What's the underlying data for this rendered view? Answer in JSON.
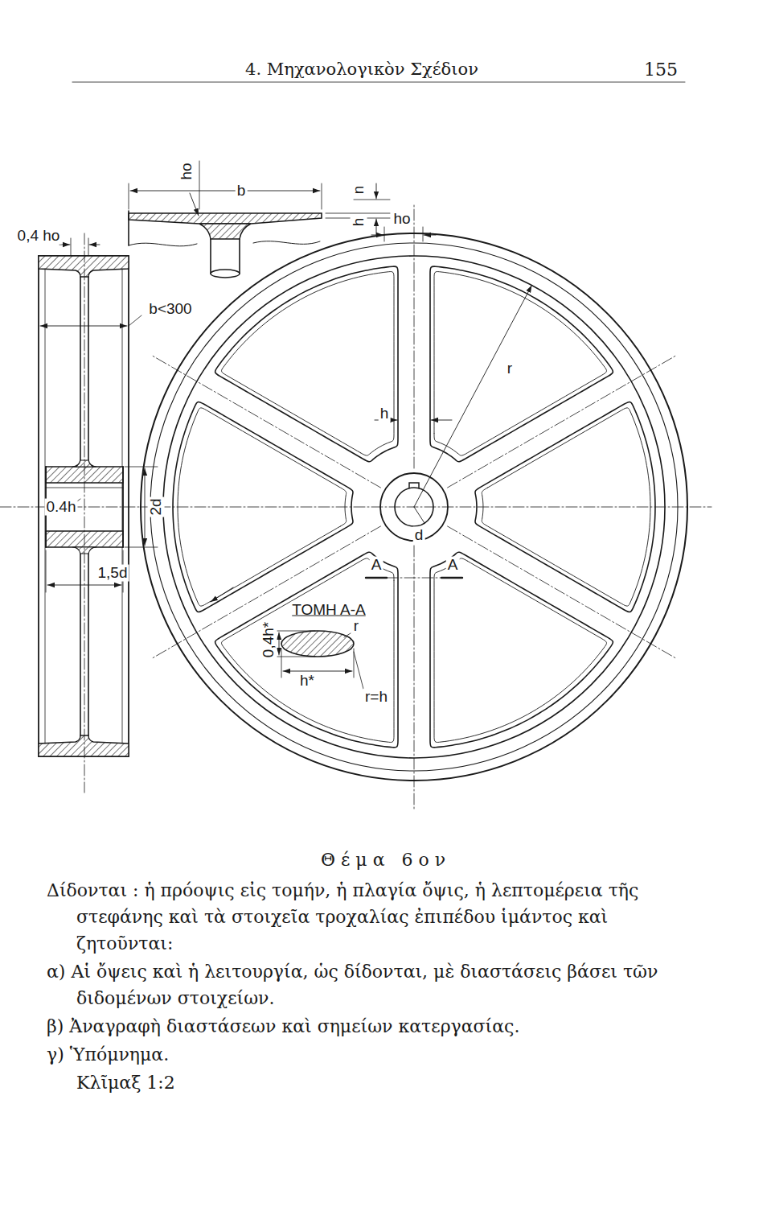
{
  "diagram": {
    "title": "4. Μηχανολογικὸν Σχέδιον",
    "labels": [
      "155",
      "0,4 ho",
      "ho",
      "b",
      "n",
      "h",
      "ho",
      "b<300",
      "0.4h",
      "2d",
      "1,5d",
      "r",
      "h",
      "d",
      "A",
      "A",
      "ΤΟΜΗ Α-Α",
      "0,4h*",
      "h*",
      "r",
      "r=h",
      "Θέμα 6ον",
      "Δίδονται : ἡ πρόοψις εἰς τομήν, ἡ πλαγία ὄψις, ἡ λεπτομέρεια τῆς στεφάνης καὶ τὰ στοιχεῖα τροχαλίας ἐπιπέδου ἱμάντος καὶ ζητοῦνται:",
      "α) Αἱ ὄψεις καὶ ἡ λειτουργία, ὡς δίδονται, μὲ διαστάσεις βάσει τῶν διδομένων στοιχείων.",
      "β) Ἀναγραφὴ διαστάσεων καὶ σημείων κατεργασίας.",
      "γ) Ὑπόμνημα.",
      "Κλῖμαξ 1:2"
    ]
  }
}
